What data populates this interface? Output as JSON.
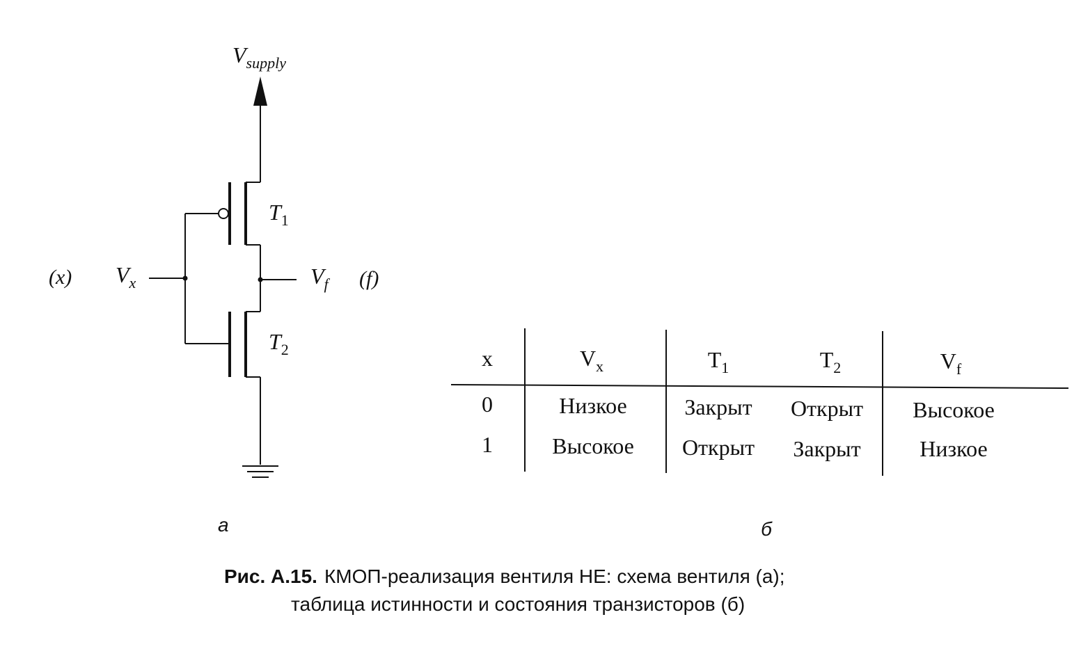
{
  "circuit": {
    "supply": {
      "main": "V",
      "sub": "supply"
    },
    "transistor_top": {
      "main": "T",
      "sub": "1"
    },
    "transistor_bottom": {
      "main": "T",
      "sub": "2"
    },
    "input_var": "(x)",
    "input_voltage": {
      "main": "V",
      "sub": "x"
    },
    "output_voltage": {
      "main": "V",
      "sub": "f"
    },
    "output_var": "(f)",
    "panel_label": "a"
  },
  "table": {
    "headers": [
      {
        "main": "x",
        "sub": ""
      },
      {
        "main": "V",
        "sub": "x"
      },
      {
        "main": "T",
        "sub": "1"
      },
      {
        "main": "T",
        "sub": "2"
      },
      {
        "main": "V",
        "sub": "f"
      }
    ],
    "rows": [
      [
        "0",
        "Низкое",
        "Закрыт",
        "Открыт",
        "Высокое"
      ],
      [
        "1",
        "Высокое",
        "Открыт",
        "Закрыт",
        "Низкое"
      ]
    ],
    "panel_label": "б"
  },
  "caption": {
    "number": "Рис. А.15.",
    "line1": "КМОП-реализация вентиля НЕ: схема вентиля (а);",
    "line2": "таблица истинности и состояния транзисторов (б)"
  }
}
